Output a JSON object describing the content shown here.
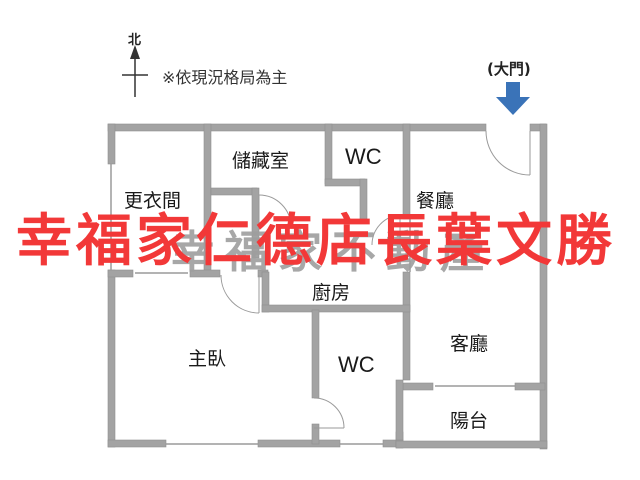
{
  "compass": {
    "label": "北",
    "icon": "north-arrow-icon"
  },
  "note": "※依現況格局為主",
  "entrance": {
    "label": "(大門)",
    "icon": "arrow-down-icon",
    "arrow_color": "#3a73b8"
  },
  "rooms": [
    {
      "id": "walk-in-closet",
      "label": "更衣間"
    },
    {
      "id": "storage",
      "label": "儲藏室"
    },
    {
      "id": "wc-top",
      "label": "WC"
    },
    {
      "id": "dining",
      "label": "餐廳"
    },
    {
      "id": "kitchen",
      "label": "廚房"
    },
    {
      "id": "master-bedroom",
      "label": "主臥"
    },
    {
      "id": "wc-bottom",
      "label": "WC"
    },
    {
      "id": "living",
      "label": "客廳"
    },
    {
      "id": "balcony",
      "label": "陽台"
    }
  ],
  "watermark": {
    "red_text": "幸福家仁德店長葉文勝",
    "red_color": "#f23838",
    "gray_text": "幸福家不動產",
    "gray_color": "#9e9e9e"
  },
  "colors": {
    "wall": "#a3a3a3",
    "wall_edge": "#8f8f8f",
    "label": "#1a1a1a"
  }
}
